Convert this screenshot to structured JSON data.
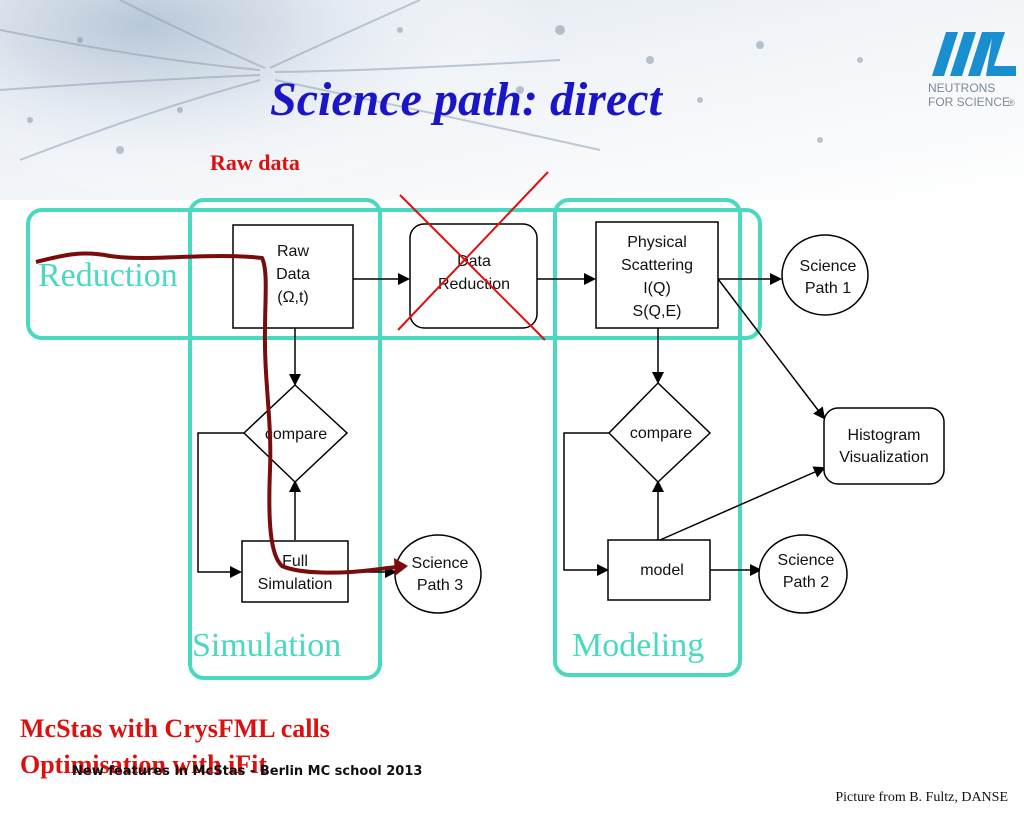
{
  "slide": {
    "title": "Science path: direct",
    "raw_data_label": "Raw data",
    "notes": [
      "McStas with CrysFML calls",
      "Optimisation with iFit"
    ],
    "footer": "New features in McStas - Berlin MC school 2013",
    "credit": "Picture from B. Fultz, DANSE"
  },
  "logo": {
    "text_line1": "NEUTRONS",
    "text_line2": "FOR SCIENCE",
    "mark": "®",
    "color": "#1a8fd0"
  },
  "diagram": {
    "groups": {
      "reduction": "Reduction",
      "simulation": "Simulation",
      "modeling": "Modeling"
    },
    "nodes": {
      "raw_data": [
        "Raw",
        "Data",
        "(Ω,t)"
      ],
      "data_reduction": [
        "Data",
        "Reduction"
      ],
      "physical_scattering": [
        "Physical",
        "Scattering",
        "I(Q)",
        "S(Q,E)"
      ],
      "science_path_1": [
        "Science",
        "Path 1"
      ],
      "histogram": [
        "Histogram",
        "Visualization"
      ],
      "compare_left": "compare",
      "compare_right": "compare",
      "full_simulation": [
        "Full",
        "Simulation"
      ],
      "science_path_3": [
        "Science",
        "Path 3"
      ],
      "model": "model",
      "science_path_2": [
        "Science",
        "Path 2"
      ]
    },
    "colors": {
      "group_outline": "#49d9c0",
      "red_cross": "#e01010",
      "path_line": "#7a0c0c",
      "title": "#1a16c8",
      "note_red": "#dd1010"
    }
  }
}
